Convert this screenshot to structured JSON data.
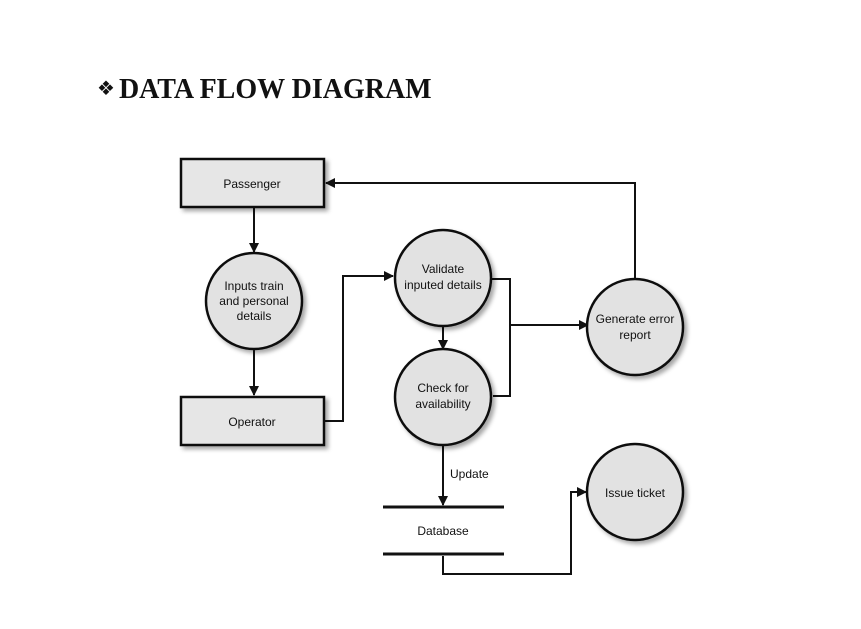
{
  "title": {
    "bullet": "❖",
    "text": "DATA FLOW DIAGRAM"
  },
  "entities": {
    "passenger": "Passenger",
    "operator": "Operator"
  },
  "processes": {
    "inputs": [
      "Inputs train",
      "and personal",
      "details"
    ],
    "validate": [
      "Validate",
      "inputed details"
    ],
    "check": [
      "Check for",
      "availability"
    ],
    "error": [
      "Generate error",
      "report"
    ],
    "issue": [
      "Issue ticket"
    ]
  },
  "store": {
    "database": "Database"
  },
  "flows": {
    "update": "Update"
  },
  "colors": {
    "box_fill": "#e6e6e6",
    "circle_fill": "#e2e2e2",
    "stroke": "#111111"
  }
}
